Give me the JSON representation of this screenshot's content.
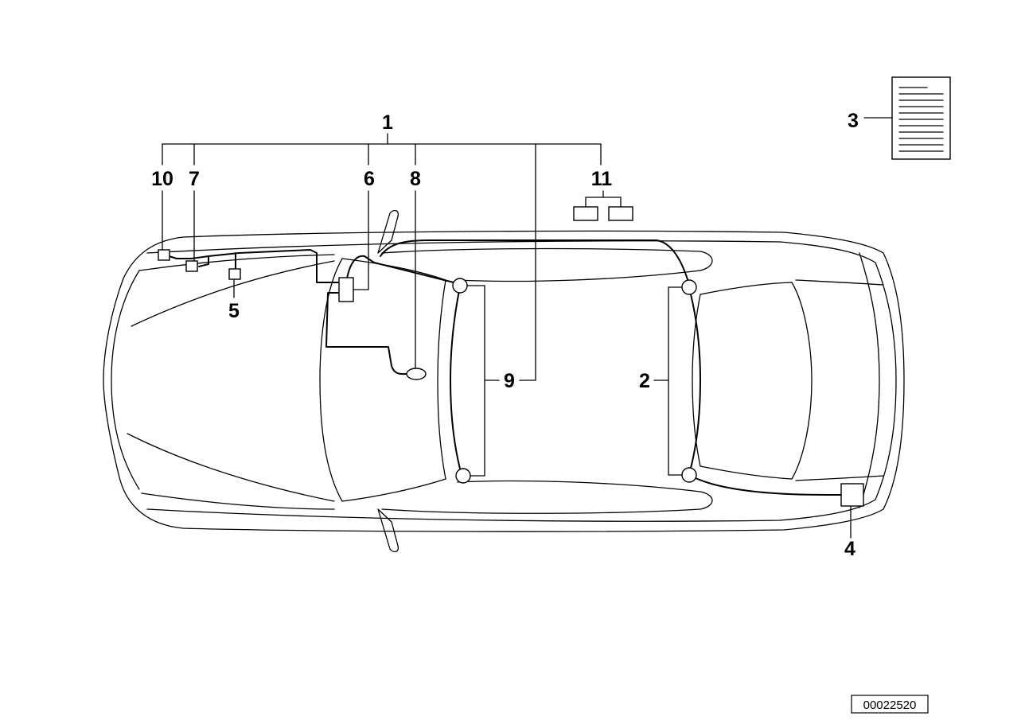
{
  "labels": {
    "l1": "1",
    "l2": "2",
    "l3": "3",
    "l4": "4",
    "l5": "5",
    "l6": "6",
    "l7": "7",
    "l8": "8",
    "l9": "9",
    "l10": "10",
    "l11": "11"
  },
  "image_id": "00022520"
}
